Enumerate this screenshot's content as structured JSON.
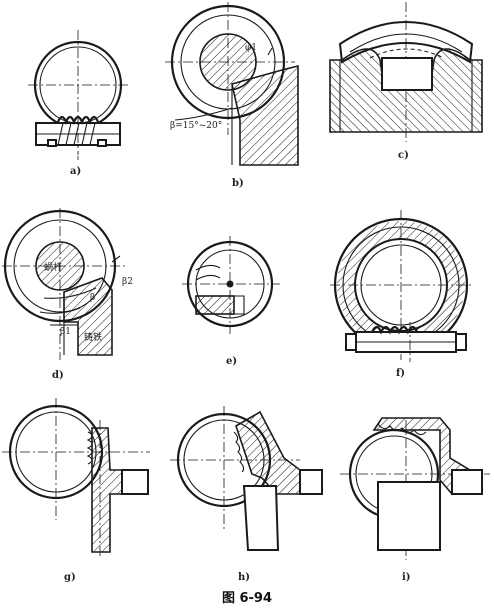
{
  "caption": "图 6-94",
  "panels": [
    {
      "id": "a",
      "label": "a)"
    },
    {
      "id": "b",
      "label": "b)",
      "annotations": [
        "β=15°~20°",
        "φ1"
      ]
    },
    {
      "id": "c",
      "label": "c)"
    },
    {
      "id": "d",
      "label": "d)",
      "annotations": [
        "蜗杆",
        "β2",
        "β1",
        "β",
        "铸铁"
      ]
    },
    {
      "id": "e",
      "label": "e)"
    },
    {
      "id": "f",
      "label": "f)"
    },
    {
      "id": "g",
      "label": "g)"
    },
    {
      "id": "h",
      "label": "h)"
    },
    {
      "id": "i",
      "label": "i)"
    }
  ]
}
